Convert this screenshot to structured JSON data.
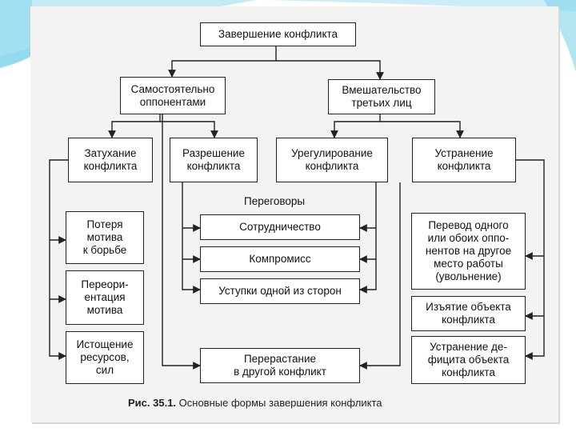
{
  "boxes": {
    "root": "Завершение конфликта",
    "self": "Самостоятельно\nоппонентами",
    "third": "Вмешательство\nтретьих лиц",
    "fading": "Затухание\nконфликта",
    "resolution": "Разрешение\nконфликта",
    "settlement": "Урегулирование\nконфликта",
    "elimination": "Устранение\nконфликта",
    "loss_motive": "Потеря\nмотива\nк борьбе",
    "reorientation": "Переори-\nентация\nмотива",
    "exhaustion": "Истощение\nресурсов,\nсил",
    "cooperation": "Сотрудничество",
    "compromise": "Компромисс",
    "concession": "Уступки одной из сторон",
    "escalation": "Перерастание\nв другой конфликт",
    "transfer": "Перевод одного\nили обоих оппо-\nнентов на другое\nместо работы\n(увольнение)",
    "withdraw_object": "Изъятие объекта\nконфликта",
    "deficit": "Устранение де-\nфицита объекта\nконфликта"
  },
  "negotiations_label": "Переговоры",
  "caption": {
    "prefix": "Рис. 35.1.",
    "text": "Основные формы завершения конфликта"
  },
  "colors": {
    "accent": "#7fd3ea",
    "line": "#222222"
  }
}
